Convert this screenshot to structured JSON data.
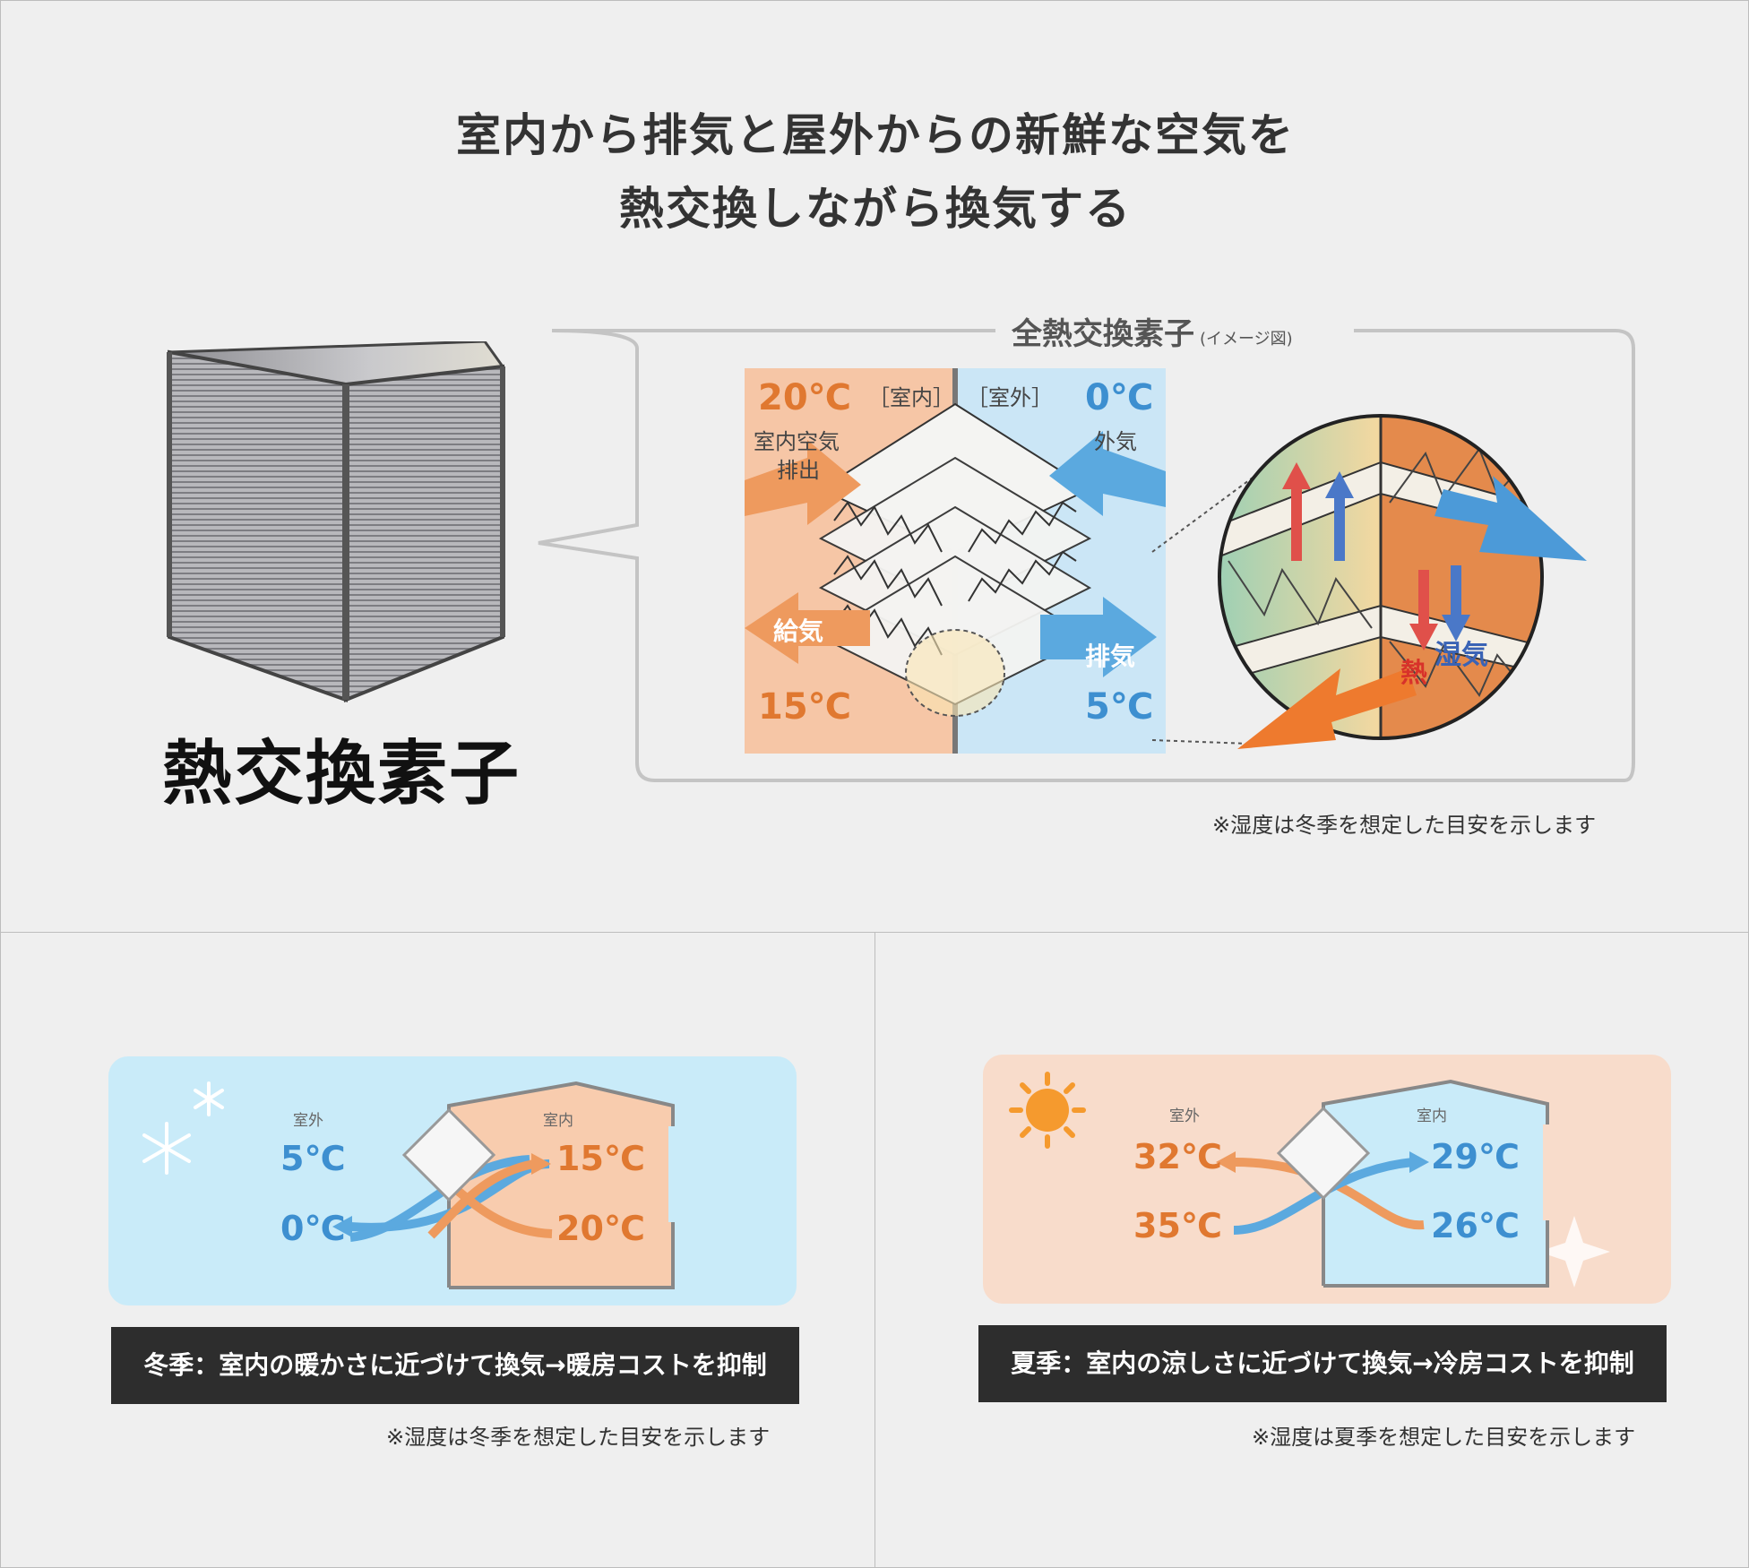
{
  "headline": {
    "line1": "室内から排気と屋外からの新鮮な空気を",
    "line2": "熱交換しながら換気する"
  },
  "element_label": "熱交換素子",
  "callout": {
    "title": "全熱交換素子",
    "title_note": "(イメージ図)",
    "indoor_tag": "［室内］",
    "outdoor_tag": "［室外］",
    "indoor_exhaust_temp": "20℃",
    "indoor_exhaust_label_1": "室内空気",
    "indoor_exhaust_label_2": "排出",
    "outdoor_air_temp": "0℃",
    "outdoor_air_label": "外気",
    "supply_label": "給気",
    "supply_temp": "15℃",
    "exhaust_label": "排気",
    "exhaust_temp": "5℃",
    "heat_label": "熱",
    "moisture_label": "湿気",
    "note": "※湿度は冬季を想定した目安を示します"
  },
  "winter": {
    "outdoor_label": "室外",
    "indoor_label": "室内",
    "outdoor_out_temp": "5℃",
    "outdoor_in_temp": "0℃",
    "indoor_in_temp": "15℃",
    "indoor_out_temp": "20℃",
    "caption": "冬季：室内の暖かさに近づけて換気→暖房コストを抑制",
    "note": "※湿度は冬季を想定した目安を示します"
  },
  "summer": {
    "outdoor_label": "室外",
    "indoor_label": "室内",
    "outdoor_out_temp": "32℃",
    "outdoor_in_temp": "35℃",
    "indoor_in_temp": "29℃",
    "indoor_out_temp": "26℃",
    "caption": "夏季：室内の涼しさに近づけて換気→冷房コストを抑制",
    "note": "※湿度は夏季を想定した目安を示します"
  },
  "colors": {
    "orange": "#e07830",
    "blue": "#3d8fd0",
    "winter_bg": "#c9ebf9",
    "summer_bg": "#f8dccb",
    "caption_bg": "#2d2d2d"
  }
}
